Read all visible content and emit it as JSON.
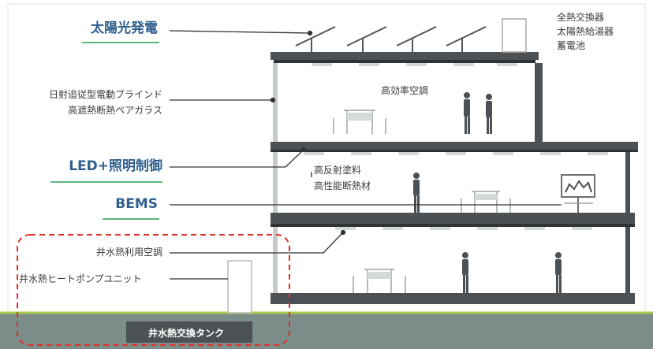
{
  "colors": {
    "accent_title": "#2f5f8e",
    "underline": "#5ab57b",
    "highlight_dash": "#e0302a",
    "ground": "#7d8d8a",
    "structure": "#4b5155"
  },
  "labels": {
    "solar": "太陽光発電",
    "blind": "日射追従型電動ブラインド",
    "glass": "高遮熱断熱ペアガラス",
    "led": "LED+照明制御",
    "bems": "BEMS",
    "well_ac": "井水熱利用空調",
    "heat_pump": "井水熱ヒートポンプユニット",
    "tank": "井水熱交換タンク",
    "rooftop": [
      "全熱交換器",
      "太陽熱給湯器",
      "蓄電池"
    ],
    "hvac": "高効率空調",
    "paint": "高反射塗料",
    "insulation": "高性能断熱材"
  },
  "icons": [
    "solar-panel-icon",
    "rooftop-unit-icon",
    "person-icon",
    "table-chairs-icon",
    "bems-monitor-icon",
    "heat-pump-unit-icon",
    "light-fixture-icon"
  ]
}
